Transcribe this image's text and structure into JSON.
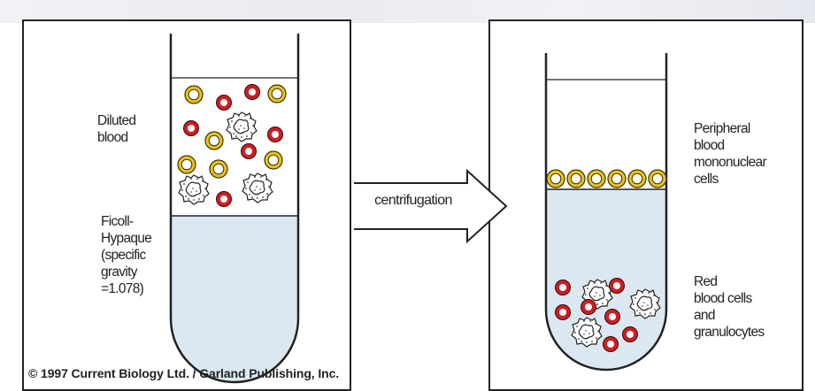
{
  "diagram": {
    "left_tube": {
      "upper_label": [
        "Diluted",
        "blood"
      ],
      "lower_label": [
        "Ficoll-",
        "Hypaque",
        "(specific",
        "gravity",
        "=1.078)"
      ]
    },
    "right_tube": {
      "upper_label": [
        "Peripheral",
        "blood",
        "mononuclear",
        "cells"
      ],
      "lower_label": [
        "Red",
        "blood cells",
        "and",
        "granulocytes"
      ]
    },
    "arrow_label": "centrifugation",
    "copyright": "© 1997 Current Biology Ltd. / Garland Publishing, Inc."
  },
  "colors": {
    "red_cell": "#cc1f24",
    "lymphocyte": "#e8c320",
    "medium": "#dbe8f2",
    "outline": "#222222"
  },
  "icons": [
    "red-blood-cell-icon",
    "lymphocyte-icon",
    "granulocyte-icon"
  ]
}
